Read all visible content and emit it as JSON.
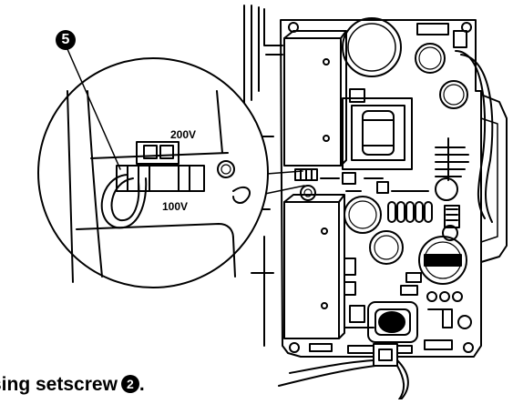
{
  "callout": {
    "number": "5"
  },
  "labels": {
    "v200": "200V",
    "v100": "100V"
  },
  "caption": {
    "text": "sing setscrew",
    "num": "2",
    "end": "."
  }
}
